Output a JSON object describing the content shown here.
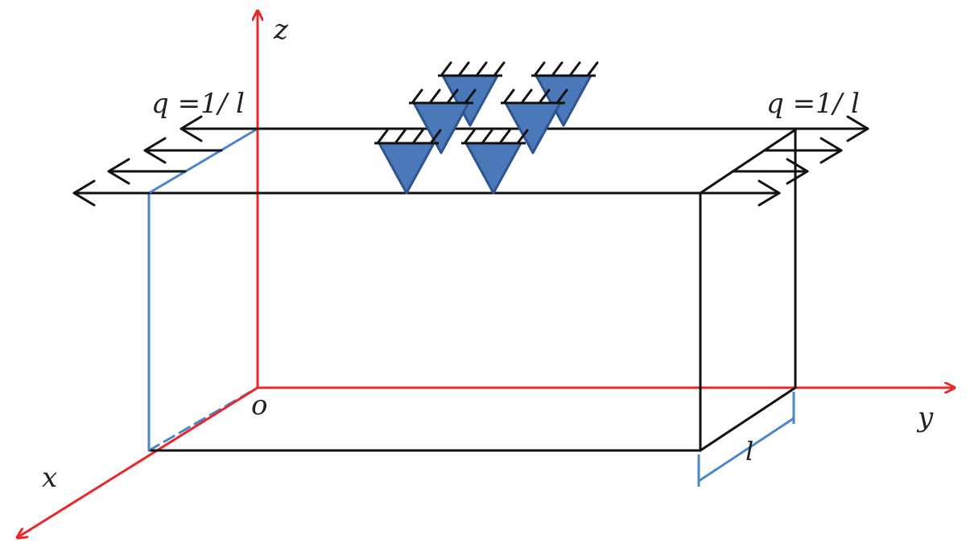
{
  "axes": {
    "x_label": "x",
    "y_label": "y",
    "z_label": "z",
    "origin_label": "o"
  },
  "loads": {
    "left_label": "q =1/ l",
    "right_label": "q =1/ l"
  },
  "dimension": {
    "depth_label": "l"
  },
  "colors": {
    "axis": "#e8282b",
    "box_edge": "#111111",
    "face_edge": "#4a86c8",
    "support_fill": "#4a78b8",
    "support_stroke": "#2e5590"
  },
  "supports": {
    "count": 6
  }
}
